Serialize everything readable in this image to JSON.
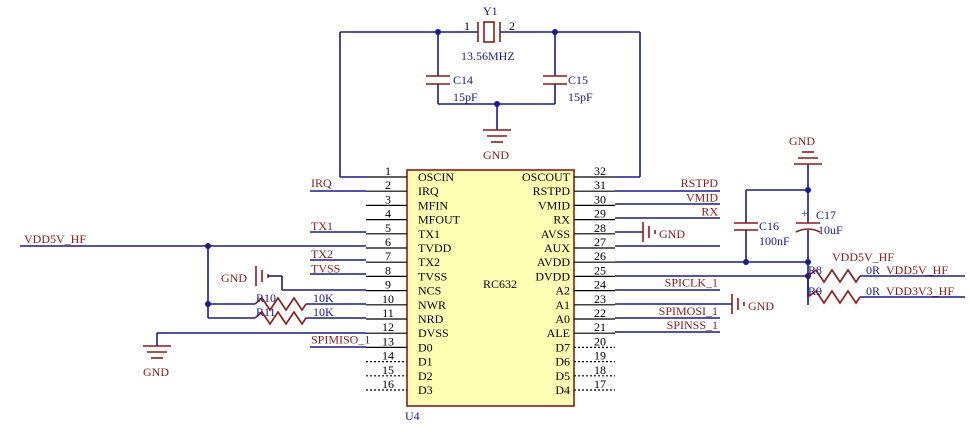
{
  "colors": {
    "wire": "#1a1a8c",
    "part": "#8b1a1a",
    "chip_fill": "#ffffb3",
    "chip_border": "#8b1a1a",
    "text": "#000000"
  },
  "crystal": {
    "ref": "Y1",
    "value": "13.56MHZ",
    "pin1": "1",
    "pin2": "2"
  },
  "caps": {
    "c14": {
      "ref": "C14",
      "value": "15pF"
    },
    "c15": {
      "ref": "C15",
      "value": "15pF"
    },
    "c16": {
      "ref": "C16",
      "value": "100nF"
    },
    "c17": {
      "ref": "C17",
      "value": "10uF",
      "polarity": "+"
    }
  },
  "resistors": {
    "r8": {
      "ref": "R8",
      "value": "0R"
    },
    "r9": {
      "ref": "R9",
      "value": "0R"
    },
    "r10": {
      "ref": "R10",
      "value": "10K"
    },
    "r11": {
      "ref": "R11",
      "value": "10K"
    }
  },
  "chip": {
    "ref": "U4",
    "name": "RC632"
  },
  "gnd": "GND",
  "left_pins": [
    {
      "num": "1",
      "name": "OSCIN",
      "net": ""
    },
    {
      "num": "2",
      "name": "IRQ",
      "net": "IRQ"
    },
    {
      "num": "3",
      "name": "MFIN",
      "net": ""
    },
    {
      "num": "4",
      "name": "MFOUT",
      "net": ""
    },
    {
      "num": "5",
      "name": "TX1",
      "net": "TX1"
    },
    {
      "num": "6",
      "name": "TVDD",
      "net": ""
    },
    {
      "num": "7",
      "name": "TX2",
      "net": "TX2"
    },
    {
      "num": "8",
      "name": "TVSS",
      "net": "TVSS"
    },
    {
      "num": "9",
      "name": "NCS",
      "net": ""
    },
    {
      "num": "10",
      "name": "NWR",
      "net": ""
    },
    {
      "num": "11",
      "name": "NRD",
      "net": ""
    },
    {
      "num": "12",
      "name": "DVSS",
      "net": ""
    },
    {
      "num": "13",
      "name": "D0",
      "net": "SPIMISO_1"
    },
    {
      "num": "14",
      "name": "D1",
      "net": ""
    },
    {
      "num": "15",
      "name": "D2",
      "net": ""
    },
    {
      "num": "16",
      "name": "D3",
      "net": ""
    }
  ],
  "right_pins": [
    {
      "num": "32",
      "name": "OSCOUT",
      "net": ""
    },
    {
      "num": "31",
      "name": "RSTPD",
      "net": "RSTPD"
    },
    {
      "num": "30",
      "name": "VMID",
      "net": "VMID"
    },
    {
      "num": "29",
      "name": "RX",
      "net": "RX"
    },
    {
      "num": "28",
      "name": "AVSS",
      "net": ""
    },
    {
      "num": "27",
      "name": "AUX",
      "net": ""
    },
    {
      "num": "26",
      "name": "AVDD",
      "net": ""
    },
    {
      "num": "25",
      "name": "DVDD",
      "net": ""
    },
    {
      "num": "24",
      "name": "A2",
      "net": "SPICLK_1"
    },
    {
      "num": "23",
      "name": "A1",
      "net": ""
    },
    {
      "num": "22",
      "name": "A0",
      "net": "SPIMOSI_1"
    },
    {
      "num": "21",
      "name": "ALE",
      "net": "SPINSS_1"
    },
    {
      "num": "20",
      "name": "D7",
      "net": ""
    },
    {
      "num": "19",
      "name": "D6",
      "net": ""
    },
    {
      "num": "18",
      "name": "D5",
      "net": ""
    },
    {
      "num": "17",
      "name": "D4",
      "net": ""
    }
  ],
  "nets": {
    "vdd5v_hf": "VDD5V_HF",
    "vdd3v3_hf": "VDD3V3_HF"
  }
}
